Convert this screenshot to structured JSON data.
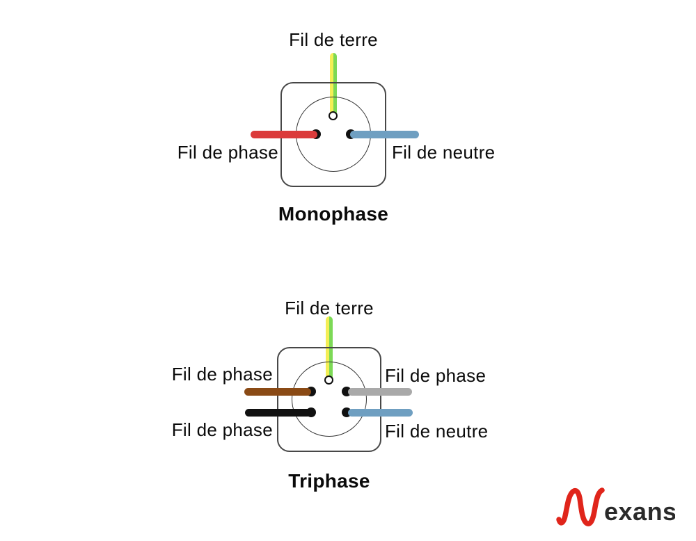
{
  "page": {
    "background": "#ffffff"
  },
  "colors": {
    "terre_yellow": "#f4ee55",
    "terre_green": "#7cd956",
    "phase_red": "#db3b3b",
    "neutre_blue": "#6f9fc1",
    "phase_brown": "#8a4a15",
    "phase_black": "#111111",
    "phase_gray": "#a9a9a9",
    "pin_black": "#111111",
    "logo_red": "#e0251b",
    "logo_dark": "#2a2a2a"
  },
  "monophase": {
    "title": "Monophase",
    "terre_label": "Fil de terre",
    "left_label": "Fil de phase",
    "right_label": "Fil de neutre"
  },
  "triphase": {
    "title": "Triphase",
    "terre_label": "Fil de terre",
    "left_top_label": "Fil de phase",
    "left_bottom_label": "Fil de phase",
    "right_top_label": "Fil de phase",
    "right_bottom_label": "Fil de neutre"
  },
  "logo": {
    "brand": "Nexans",
    "wordmark": "exans"
  }
}
